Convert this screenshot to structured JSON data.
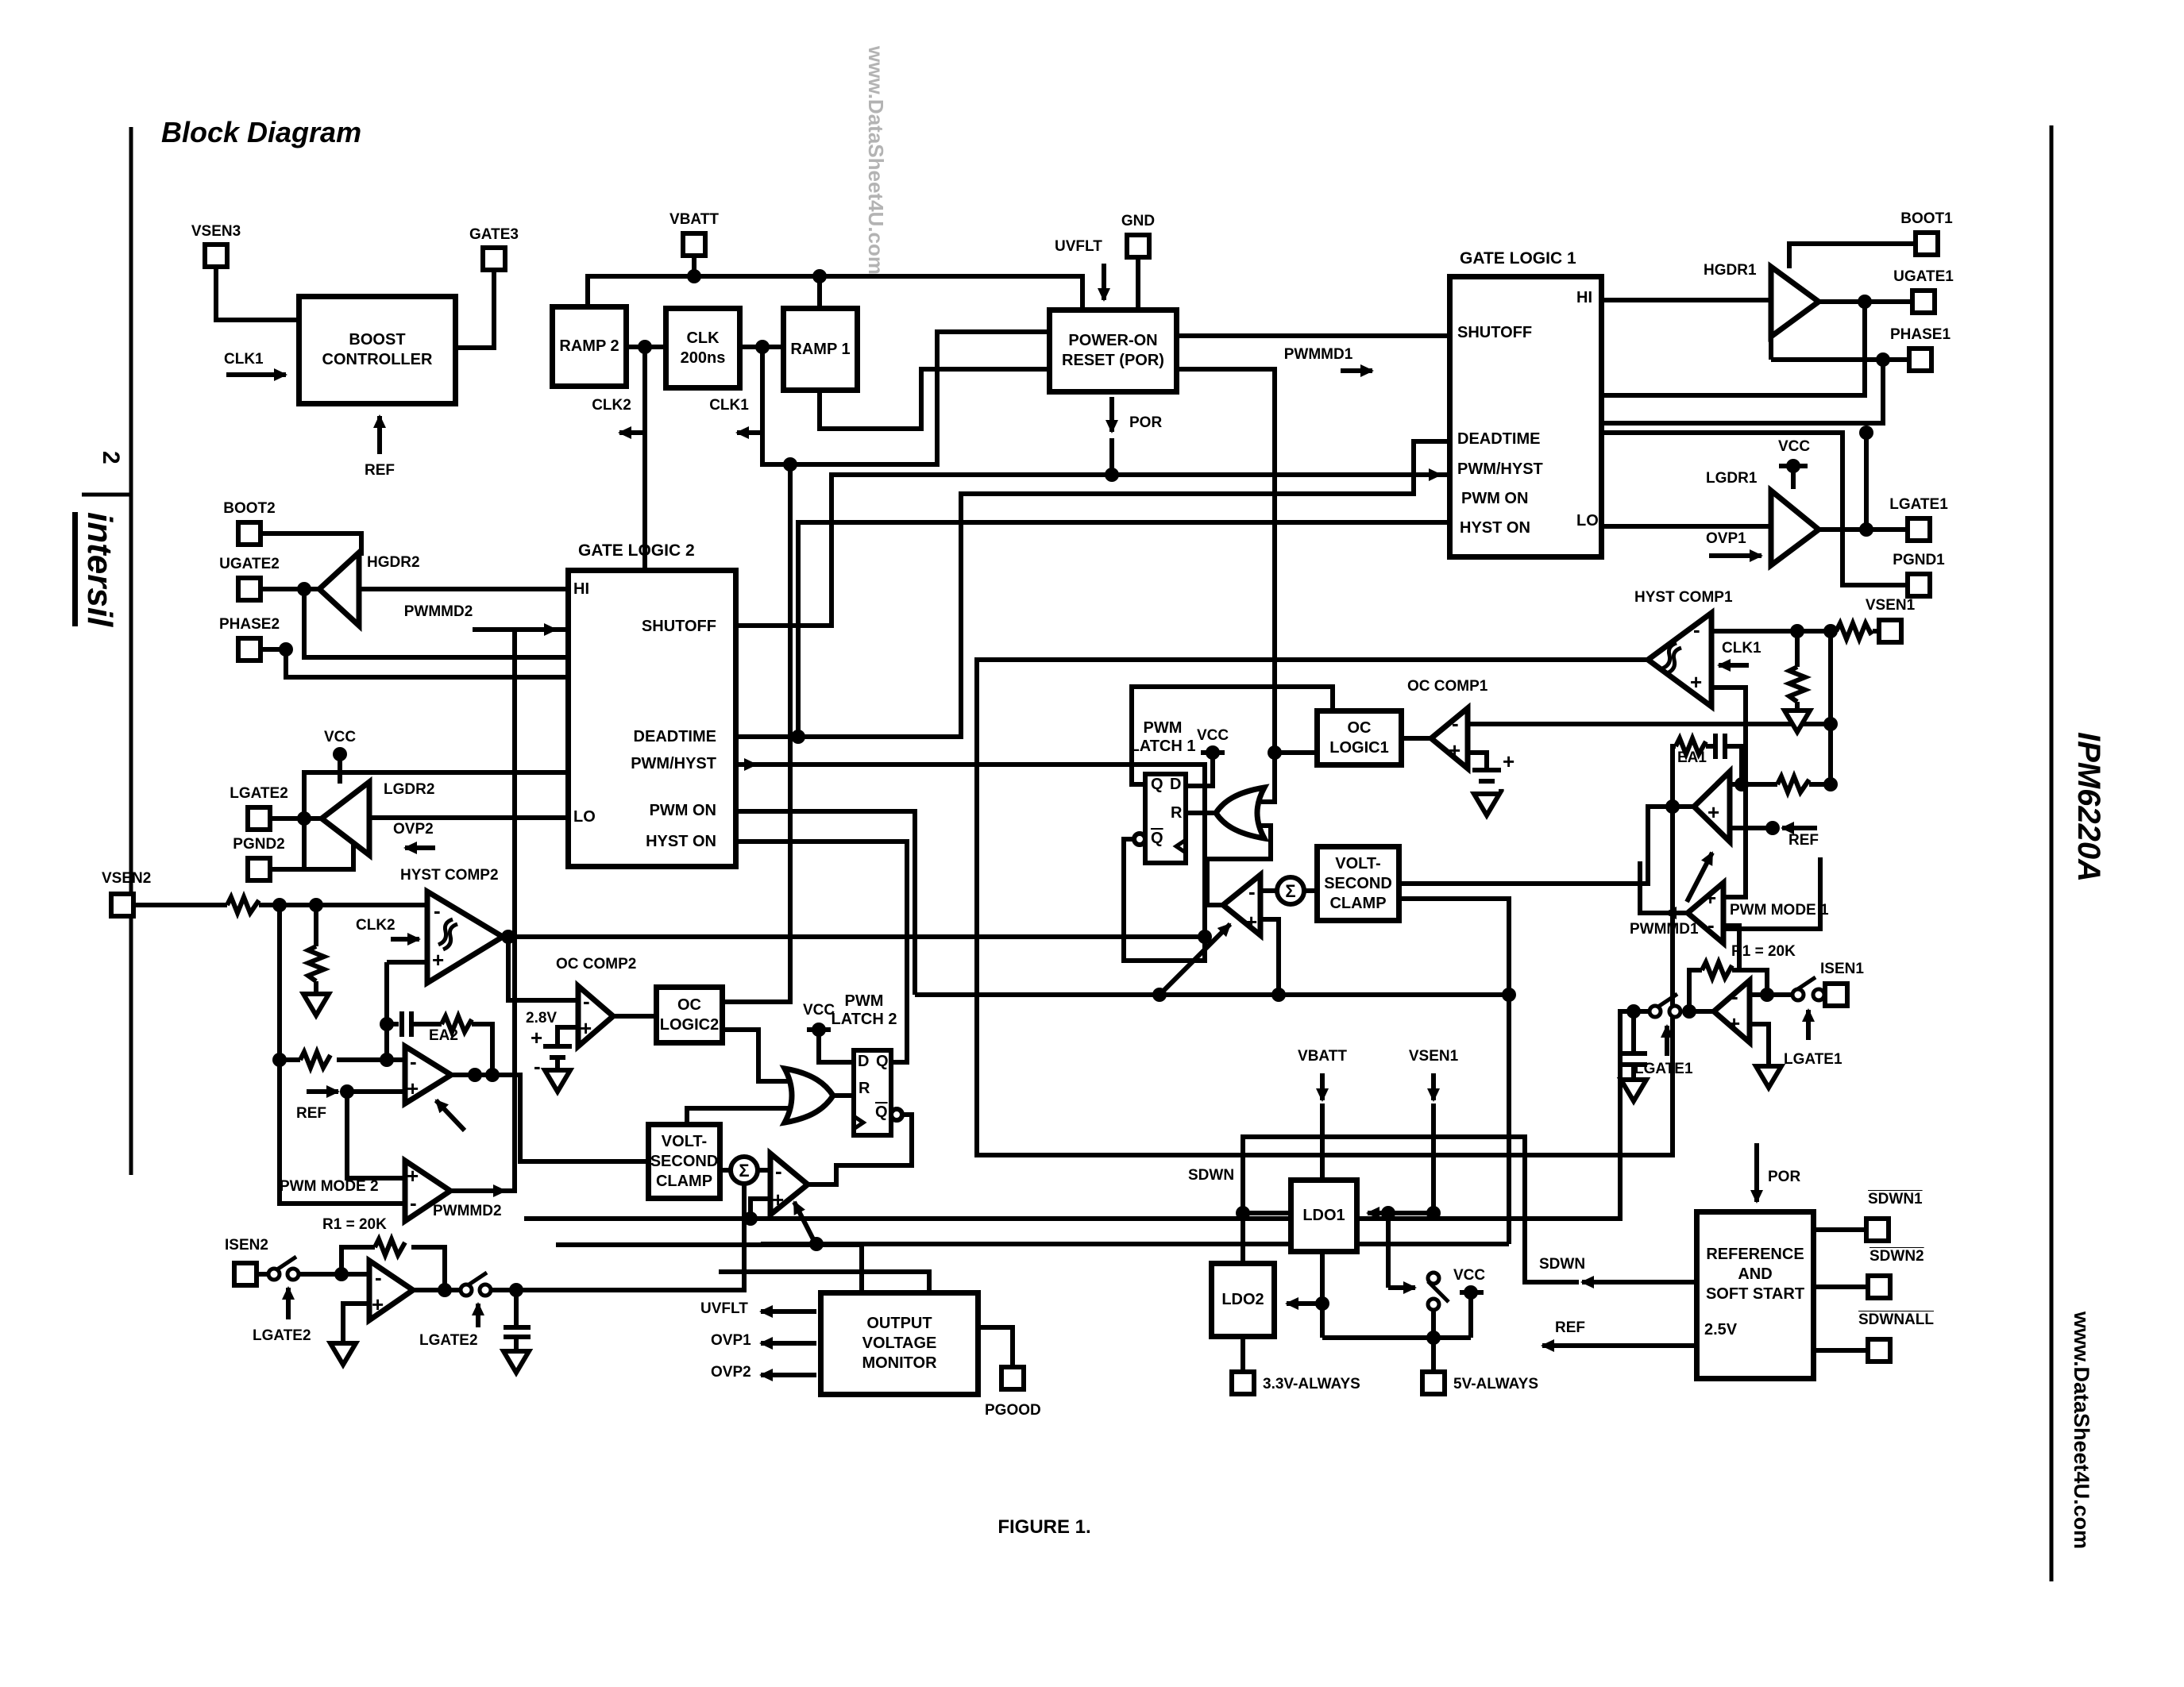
{
  "page": {
    "title": "Block Diagram",
    "figure": "FIGURE 1.",
    "page_number": "2",
    "brand": "intersil",
    "part": "IPM6220A",
    "watermark": "www.DataSheet4U.com"
  },
  "blocks": {
    "boost": "BOOST\nCONTROLLER",
    "ramp2": "RAMP 2",
    "clk": "CLK\n200ns",
    "ramp1": "RAMP 1",
    "por": "POWER-ON\nRESET (POR)",
    "gate_logic_1": "GATE LOGIC 1",
    "gate_logic_2": "GATE LOGIC 2",
    "oc_logic_1": "OC LOGIC1",
    "oc_logic_2": "OC\nLOGIC2",
    "volt_second_clamp": "VOLT-\nSECOND\nCLAMP",
    "output_voltage_monitor": "OUTPUT\nVOLTAGE\nMONITOR",
    "ldo1": "LDO1",
    "ldo2": "LDO2",
    "reference": "REFERENCE\nAND\nSOFT START",
    "reference_voltage": "2.5V"
  },
  "gate_logic_pins": {
    "hi": "HI",
    "lo": "LO",
    "shutoff": "SHUTOFF",
    "deadtime": "DEADTIME",
    "pwm_hyst": "PWM/HYST",
    "pwm_on": "PWM ON",
    "hyst_on": "HYST ON"
  },
  "latch": {
    "label1": "PWM\nLATCH 1",
    "label2": "PWM\nLATCH 2",
    "q": "Q",
    "d": "D",
    "r": "R"
  },
  "pins": {
    "vsen3": "VSEN3",
    "gate3": "GATE3",
    "vbatt": "VBATT",
    "gnd": "GND",
    "boot1": "BOOT1",
    "ugate1": "UGATE1",
    "phase1": "PHASE1",
    "lgate1": "LGATE1",
    "pgnd1": "PGND1",
    "vsen1": "VSEN1",
    "boot2": "BOOT2",
    "ugate2": "UGATE2",
    "phase2": "PHASE2",
    "lgate2": "LGATE2",
    "pgnd2": "PGND2",
    "vsen2": "VSEN2",
    "isen2": "ISEN2",
    "isen1": "ISEN1",
    "pgood": "PGOOD",
    "sdwn1": "SDWN1",
    "sdwn2": "SDWN2",
    "sdwnall": "SDWNALL",
    "v33": "3.3V-ALWAYS",
    "v5": "5V-ALWAYS"
  },
  "signals": {
    "clk1": "CLK1",
    "clk2": "CLK2",
    "ref": "REF",
    "por": "POR",
    "uvflt": "UVFLT",
    "ovp1": "OVP1",
    "ovp2": "OVP2",
    "vcc": "VCC",
    "vbatt": "VBATT",
    "vsen1": "VSEN1",
    "pwmmd1": "PWMMD1",
    "pwmmd2": "PWMMD2",
    "sdwn": "SDWN",
    "hgdr1": "HGDR1",
    "lgdr1": "LGDR1",
    "hgdr2": "HGDR2",
    "lgdr2": "LGDR2",
    "hyst_comp1": "HYST COMP1",
    "hyst_comp2": "HYST COMP2",
    "oc_comp1": "OC COMP1",
    "oc_comp2": "OC COMP2",
    "ea1": "EA1",
    "ea2": "EA2",
    "pwm_mode1": "PWM MODE 1",
    "pwm_mode2": "PWM MODE 2",
    "r1": "R1 = 20K",
    "v28": "2.8V",
    "sigma": "Σ",
    "plus": "+",
    "minus": "-"
  }
}
